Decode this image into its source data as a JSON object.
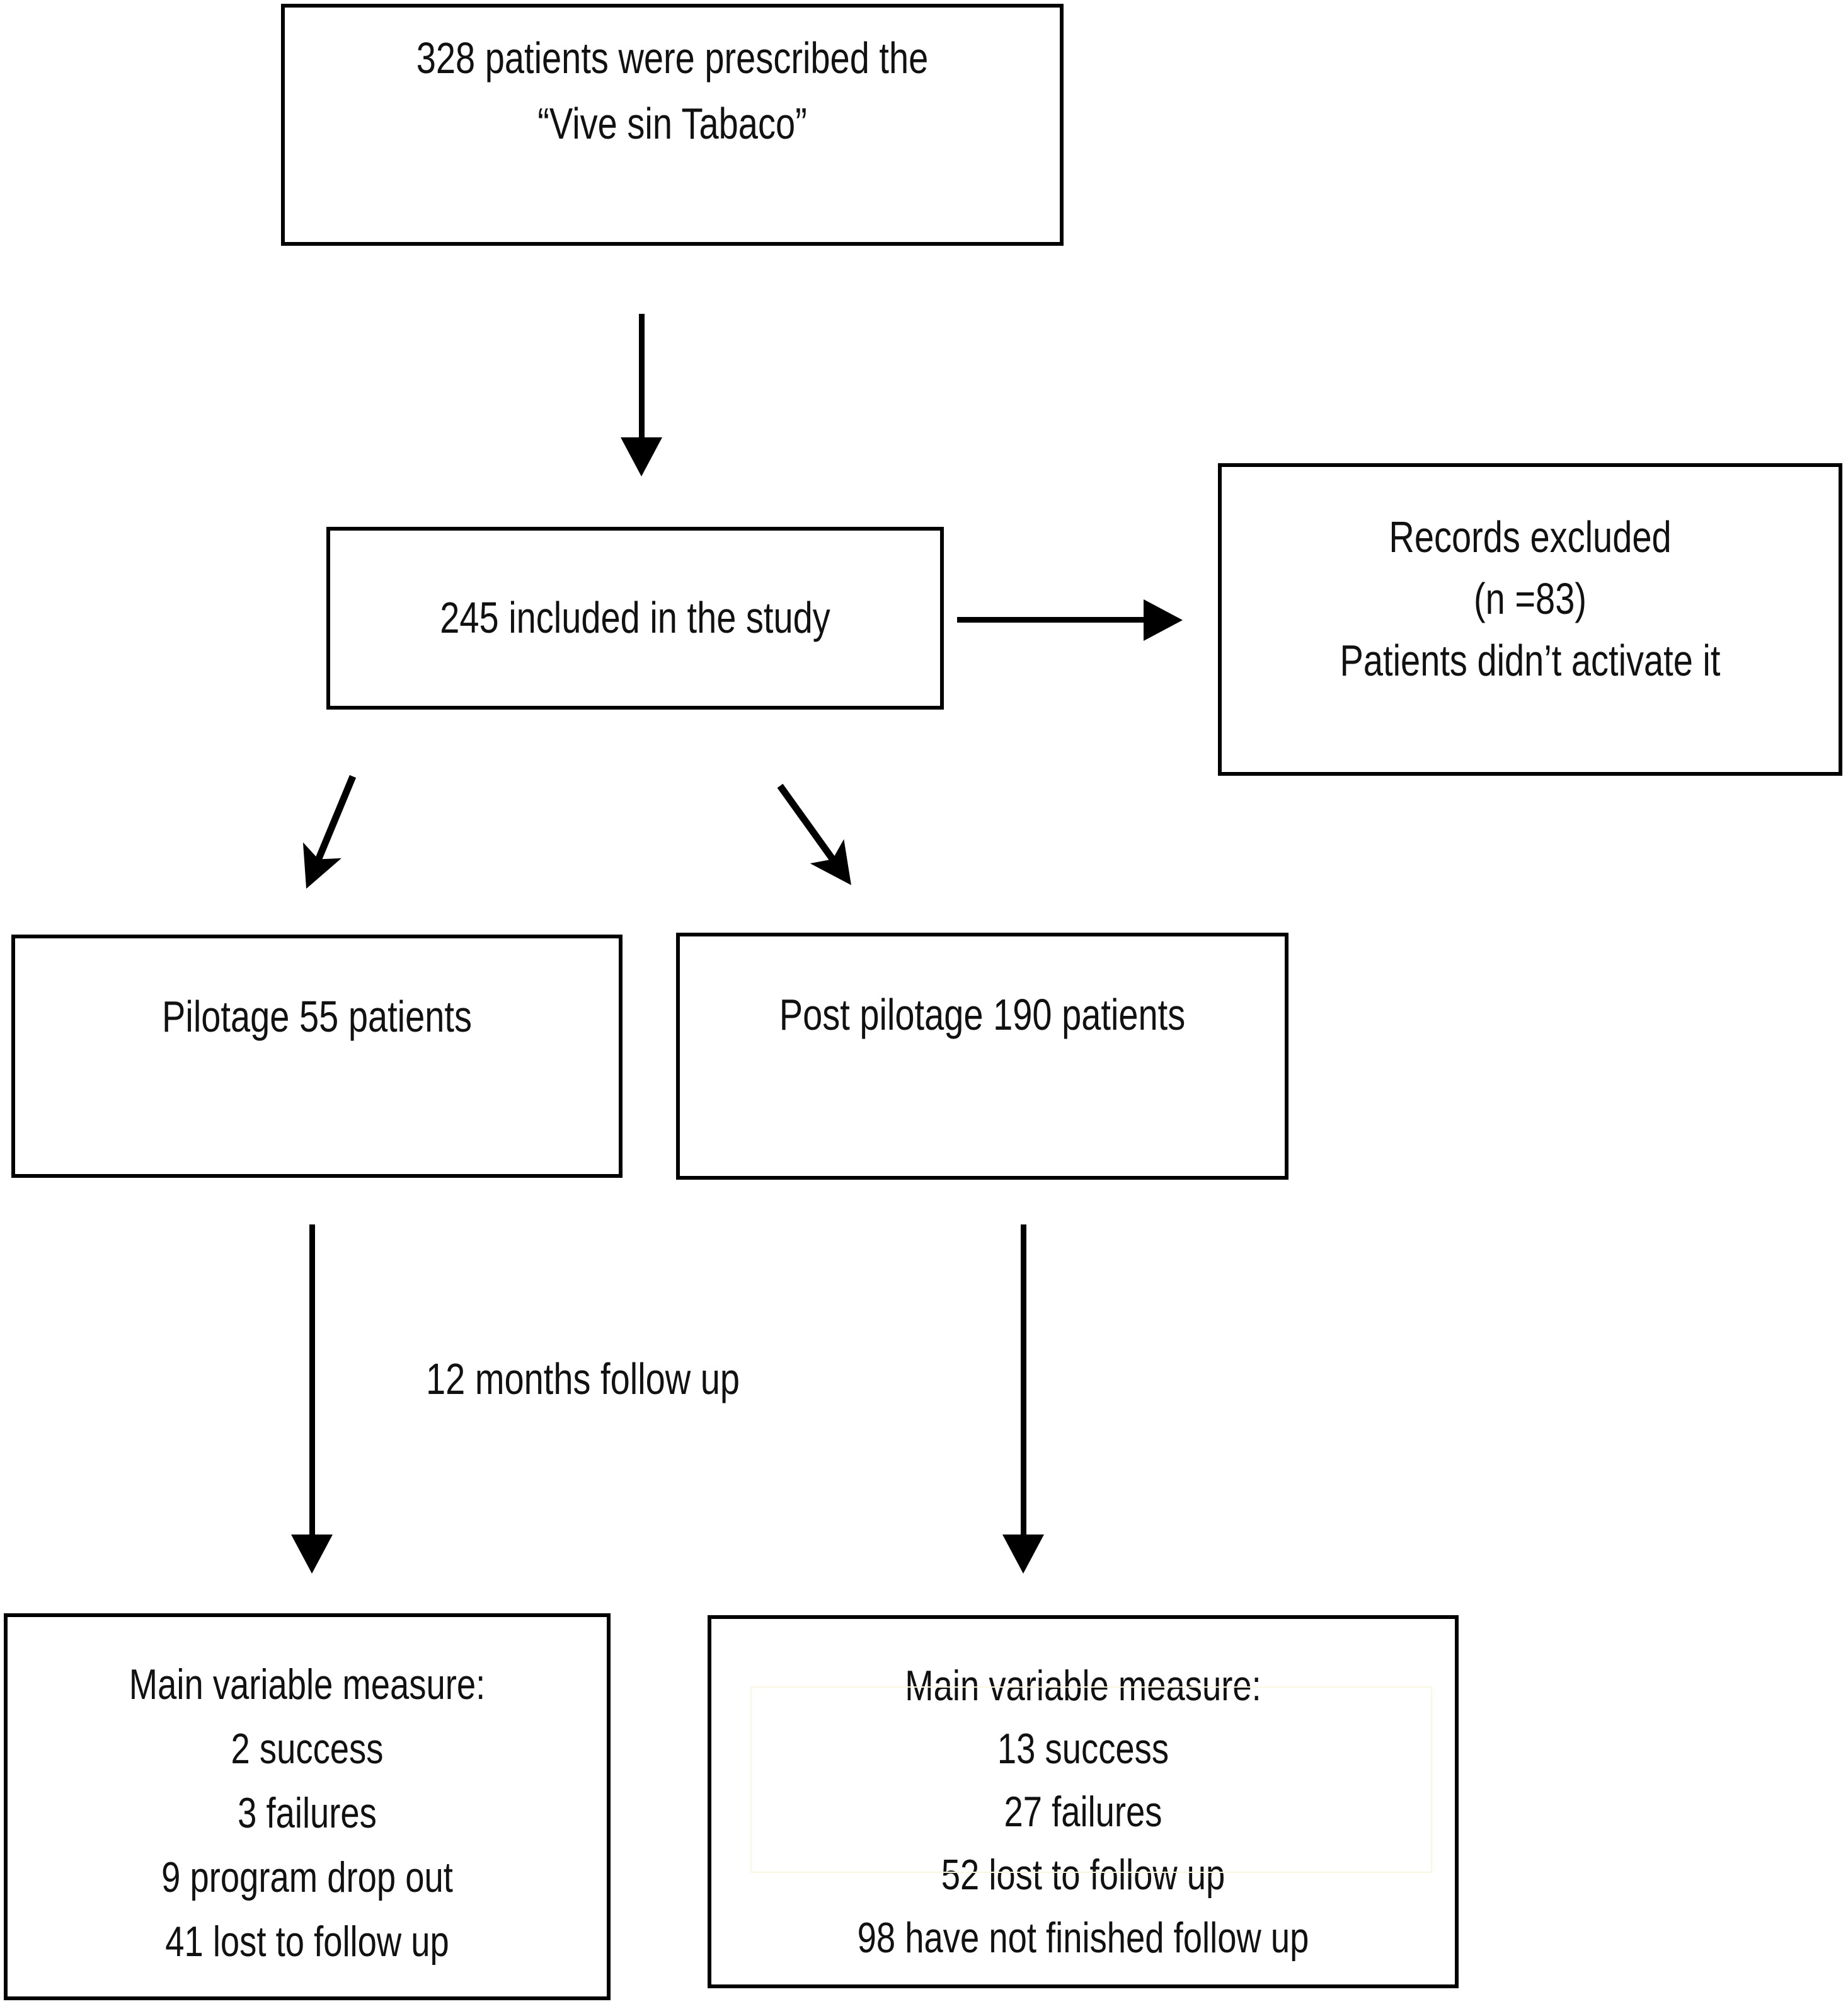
{
  "diagram": {
    "type": "flowchart",
    "title": "Patient flow through the “Vive sin Tabaco” smoking cessation programme",
    "background_color": "#ffffff",
    "line_color": "#000000",
    "text_color": "#111111",
    "inner_frame_color": "#fbf6dc"
  },
  "nodes": {
    "prescribed": {
      "id": "prescribed",
      "lines": [
        "328 patients were prescribed the",
        "“Vive sin Tabaco”"
      ]
    },
    "included": {
      "id": "included",
      "lines": [
        "245 included in the study"
      ]
    },
    "excluded": {
      "id": "excluded",
      "lines_top": [
        "Records excluded",
        "(n =83)"
      ],
      "lines_bottom": [
        "Patients didn’t activate it"
      ]
    },
    "pilotage": {
      "id": "pilotage",
      "lines": [
        "Pilotage 55 patients"
      ]
    },
    "post_pilotage": {
      "id": "post_pilotage",
      "lines": [
        "Post pilotage 190 patients"
      ]
    },
    "outcome_pilotage": {
      "id": "outcome_pilotage",
      "lines": [
        "Main variable measure:",
        "2 success",
        "3 failures",
        "9 program drop out",
        "41 lost to follow up"
      ]
    },
    "outcome_post_pilotage": {
      "id": "outcome_post_pilotage",
      "lines": [
        "Main variable measure:",
        "13 success",
        "27 failures",
        "52 lost to follow up",
        "98 have not finished follow up"
      ]
    }
  },
  "labels": {
    "follow_up": "12 months follow up"
  },
  "edges": [
    {
      "name": "prescribed-to-included",
      "from": "prescribed",
      "to": "included",
      "style": "vertical-arrow"
    },
    {
      "name": "included-to-excluded",
      "from": "included",
      "to": "excluded",
      "style": "horizontal-arrow"
    },
    {
      "name": "included-to-pilotage",
      "from": "included",
      "to": "pilotage",
      "style": "diagonal-arrow"
    },
    {
      "name": "included-to-post-pilotage",
      "from": "included",
      "to": "post_pilotage",
      "style": "diagonal-arrow"
    },
    {
      "name": "pilotage-to-outcome",
      "from": "pilotage",
      "to": "outcome_pilotage",
      "style": "vertical-arrow",
      "label": "12 months follow up"
    },
    {
      "name": "post-pilotage-to-outcome",
      "from": "post_pilotage",
      "to": "outcome_post_pilotage",
      "style": "vertical-arrow"
    }
  ]
}
